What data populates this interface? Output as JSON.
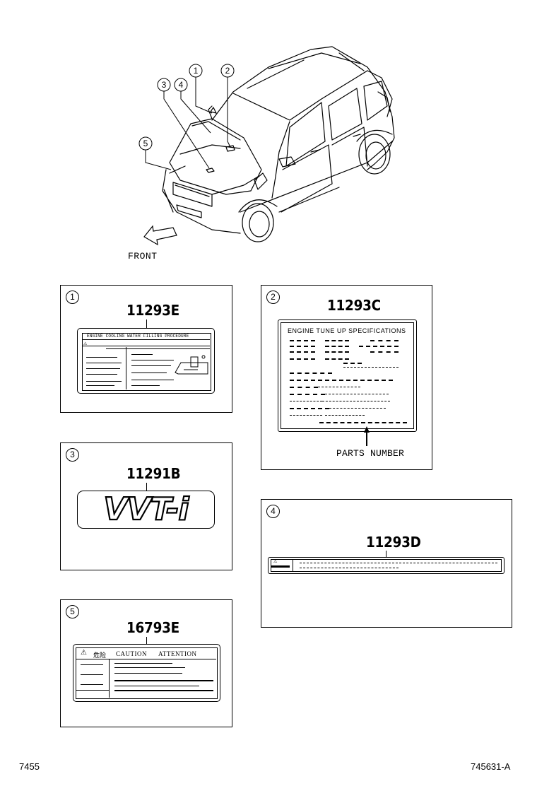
{
  "illustration": {
    "front_label": "FRONT",
    "callouts": [
      "1",
      "2",
      "3",
      "4",
      "5"
    ]
  },
  "panels": {
    "p1": {
      "number": "1",
      "part_number": "11293E",
      "label_title": "ENGINE COOLING WATER FILLING PROCEDURE"
    },
    "p2": {
      "number": "2",
      "part_number": "11293C",
      "label_title": "ENGINE TUNE UP SPECIFICATIONS",
      "note": "PARTS NUMBER"
    },
    "p3": {
      "number": "3",
      "part_number": "11291B",
      "emblem_text": "VVT-i"
    },
    "p4": {
      "number": "4",
      "part_number": "11293D"
    },
    "p5": {
      "number": "5",
      "part_number": "16793E",
      "warn_cn": "危险",
      "warn_en": "CAUTION",
      "warn_fr": "ATTENTION"
    }
  },
  "footer": {
    "left_code": "7455",
    "right_code": "745631-A"
  }
}
